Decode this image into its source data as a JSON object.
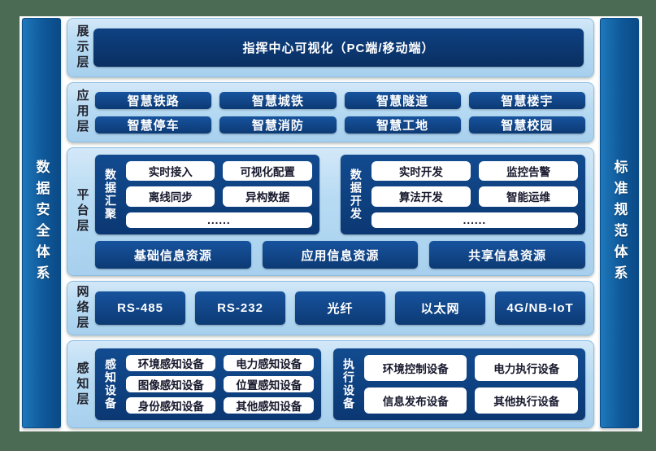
{
  "colors": {
    "background_green": "#4c6b54",
    "panel_light_blue": "#b7dbf3",
    "box_navy": "#0c3a74",
    "sidebar_blue": "#0f5899",
    "chip_white": "#ffffff",
    "chip_text": "#16182c",
    "layer_label_text": "#23252f"
  },
  "left_bar": {
    "label": "数据安全体系"
  },
  "right_bar": {
    "label": "标准规范体系"
  },
  "layers": [
    {
      "label": "展示层",
      "box": "指挥中心可视化（PC端/移动端）"
    },
    {
      "label": "应用层",
      "items": [
        "智慧铁路",
        "智慧城铁",
        "智慧隧道",
        "智慧楼宇",
        "智慧停车",
        "智慧消防",
        "智慧工地",
        "智慧校园"
      ]
    },
    {
      "label": "平台层",
      "groups": [
        {
          "label": "数据汇聚",
          "chips": [
            "实时接入",
            "可视化配置",
            "离线同步",
            "异构数据"
          ],
          "more": "......"
        },
        {
          "label": "数据开发",
          "chips": [
            "实时开发",
            "监控告警",
            "算法开发",
            "智能运维"
          ],
          "more": "......"
        }
      ],
      "resources": [
        "基础信息资源",
        "应用信息资源",
        "共享信息资源"
      ]
    },
    {
      "label": "网络层",
      "items": [
        "RS-485",
        "RS-232",
        "光纤",
        "以太网",
        "4G/NB-IoT"
      ]
    },
    {
      "label": "感知层",
      "groups": [
        {
          "label": "感知设备",
          "chips": [
            "环境感知设备",
            "电力感知设备",
            "图像感知设备",
            "位置感知设备",
            "身份感知设备",
            "其他感知设备"
          ]
        },
        {
          "label": "执行设备",
          "chips": [
            "环境控制设备",
            "电力执行设备",
            "信息发布设备",
            "其他执行设备"
          ]
        }
      ]
    }
  ]
}
